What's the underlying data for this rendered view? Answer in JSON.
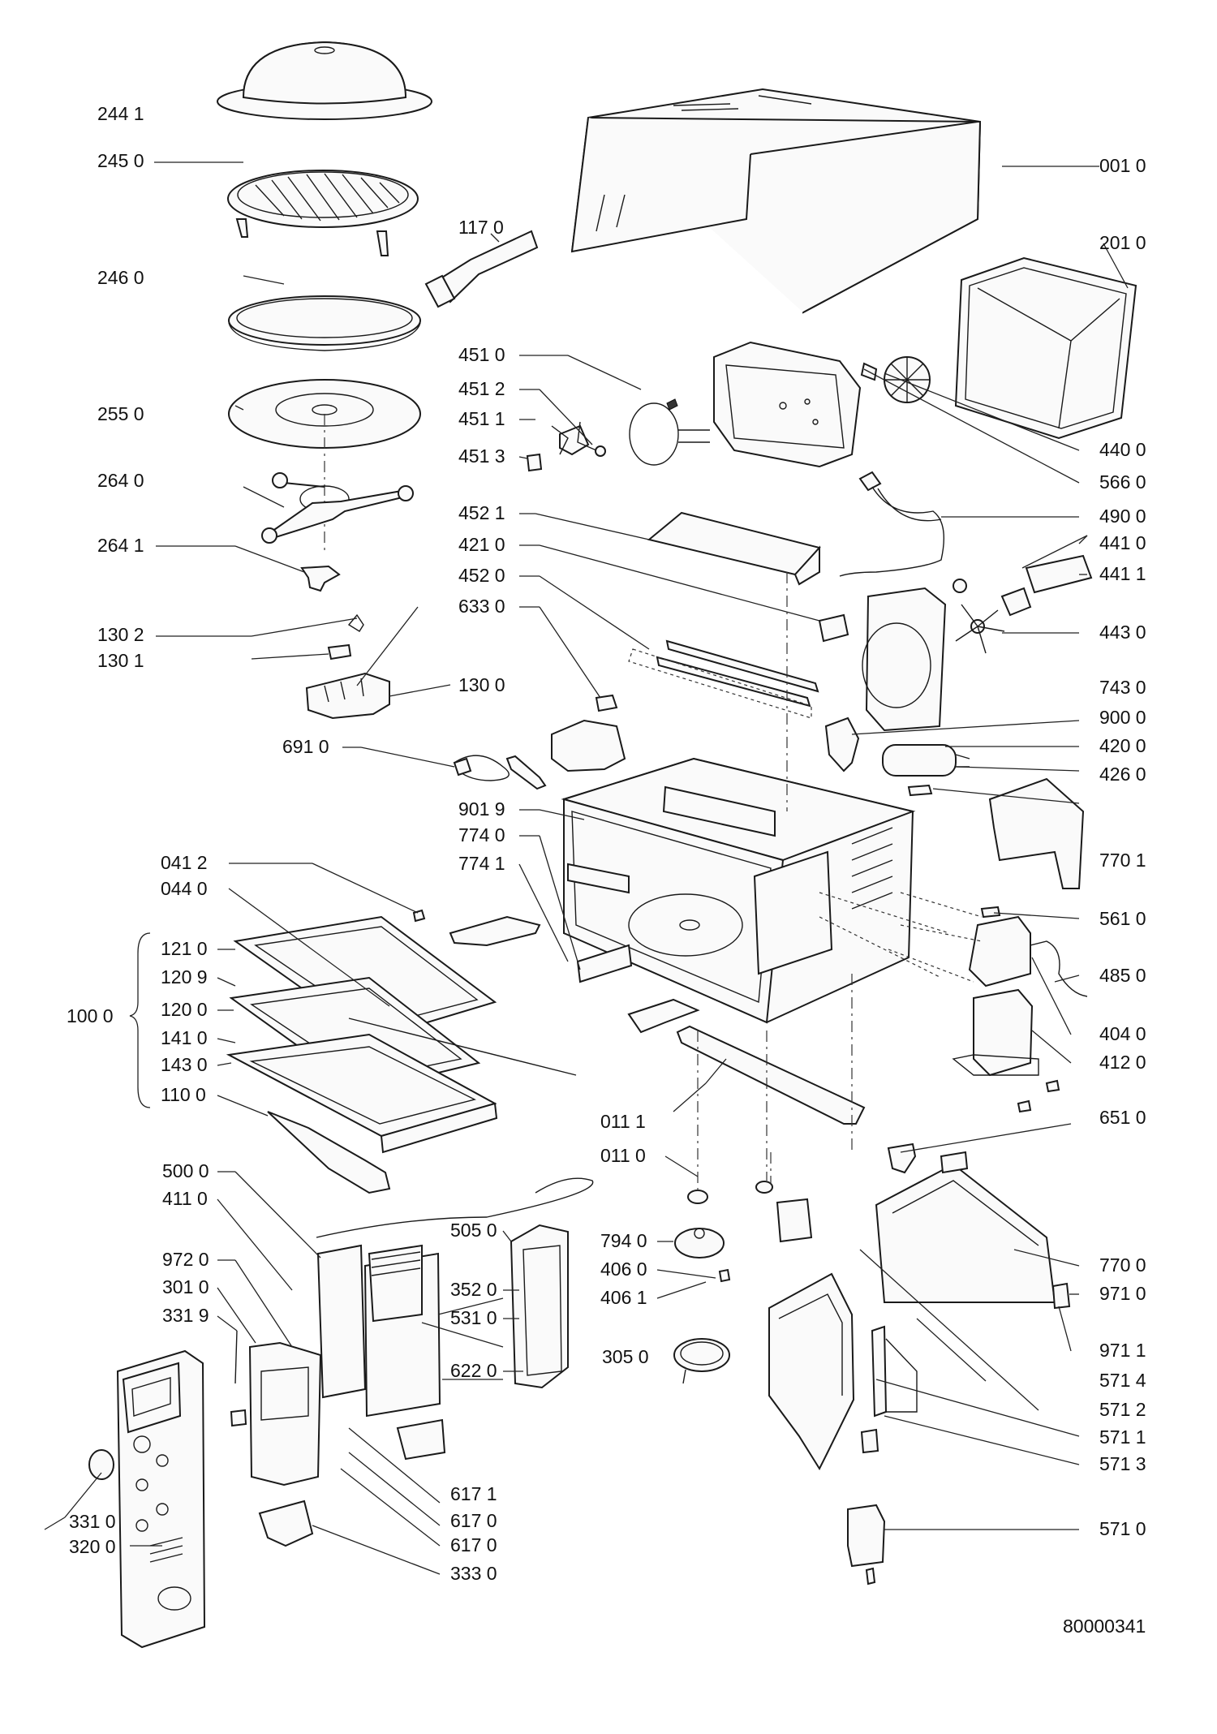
{
  "doc_number": "80000341",
  "group_label": "100 0",
  "labels": [
    "244 1",
    "245 0",
    "246 0",
    "255 0",
    "264 0",
    "264 1",
    "130 2",
    "130 1",
    "130 0",
    "691 0",
    "041 2",
    "044 0",
    "121 0",
    "120 9",
    "120 0",
    "141 0",
    "143 0",
    "110 0",
    "500 0",
    "411 0",
    "972 0",
    "301 0",
    "331 9",
    "331 0",
    "320 0",
    "117 0",
    "451 0",
    "451 2",
    "451 1",
    "451 3",
    "452 1",
    "421 0",
    "452 0",
    "633 0",
    "901 9",
    "774 0",
    "774 1",
    "505 0",
    "352 0",
    "531 0",
    "305 0",
    "622 0",
    "617 1",
    "617 0",
    "617 0",
    "333 0",
    "794 0",
    "406 0",
    "406 1",
    "011 1",
    "011 0",
    "001 0",
    "201 0",
    "440 0",
    "566 0",
    "490 0",
    "441 0",
    "441 1",
    "443 0",
    "743 0",
    "900 0",
    "420 0",
    "426 0",
    "770 1",
    "561 0",
    "485 0",
    "404 0",
    "412 0",
    "651 0",
    "770 0",
    "971 0",
    "971 1",
    "571 4",
    "571 2",
    "571 1",
    "571 3",
    "571 0"
  ]
}
